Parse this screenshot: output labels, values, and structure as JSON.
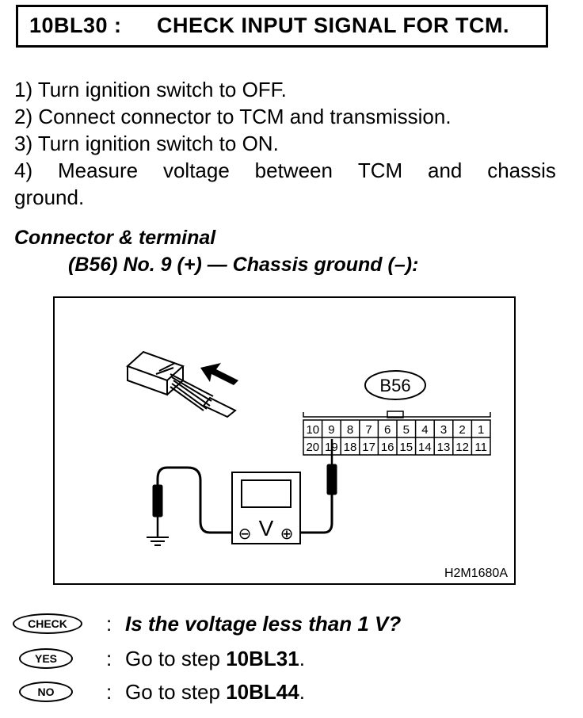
{
  "title": {
    "code": "10BL30 :",
    "text": "CHECK INPUT SIGNAL FOR TCM."
  },
  "steps": [
    "1)  Turn ignition switch to OFF.",
    "2)  Connect connector to TCM and transmission.",
    "3)  Turn ignition switch to ON."
  ],
  "step4": {
    "words": [
      "4)",
      "Measure",
      "voltage",
      "between",
      "TCM",
      "and",
      "chassis"
    ],
    "cont": "ground."
  },
  "subheading": "Connector & terminal",
  "subheading2": "(B56) No. 9 (+) — Chassis ground (–):",
  "figure": {
    "connector_label": "B56",
    "top_row": [
      "10",
      "9",
      "8",
      "7",
      "6",
      "5",
      "4",
      "3",
      "2",
      "1"
    ],
    "bottom_row": [
      "20",
      "19",
      "18",
      "17",
      "16",
      "15",
      "14",
      "13",
      "12",
      "11"
    ],
    "meter_label": "V",
    "minus": "⊖",
    "plus": "⊕",
    "figure_id": "H2M1680A"
  },
  "checks": [
    {
      "badge": "CHECK",
      "colon": ":",
      "text": "Is the voltage less than 1 V?"
    },
    {
      "badge": "YES",
      "colon": ":",
      "prefix": "Go to step ",
      "ref": "10BL31",
      "suffix": "."
    },
    {
      "badge": "NO",
      "colon": ":",
      "prefix": "Go to step ",
      "ref": "10BL44",
      "suffix": "."
    }
  ]
}
